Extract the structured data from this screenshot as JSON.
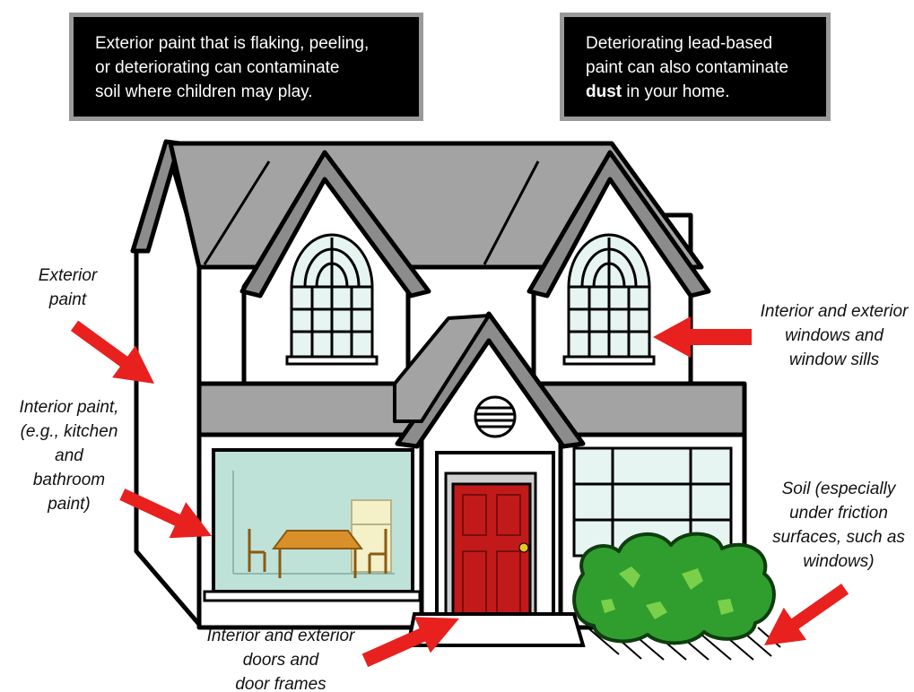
{
  "callouts": {
    "left": {
      "lines": [
        "Exterior paint that is flaking, peeling,",
        "or deteriorating can contaminate",
        "soil where children may play."
      ]
    },
    "right": {
      "line1": "Deteriorating lead-based",
      "line2": "paint can also contaminate",
      "line3_bold": "dust",
      "line3_rest": " in your home."
    }
  },
  "labels": {
    "exterior_paint": [
      "Exterior",
      "paint"
    ],
    "interior_paint": [
      "Interior paint,",
      "(e.g., kitchen",
      "and",
      "bathroom",
      "paint)"
    ],
    "windows": [
      "Interior and exterior",
      "windows and",
      "window sills"
    ],
    "doors": [
      "Interior and exterior",
      "doors and",
      "door frames"
    ],
    "soil": [
      "Soil (especially",
      "under friction",
      "surfaces, such as",
      "windows)"
    ]
  },
  "colors": {
    "callout_bg": "#000000",
    "callout_border": "#9a9a9a",
    "arrow": "#e8201e",
    "roof": "#a3a3a3",
    "door": "#c21a1a",
    "glass": "#e6f4f2",
    "room_wall": "#bfe2d8",
    "bush": "#2f9e2f"
  }
}
